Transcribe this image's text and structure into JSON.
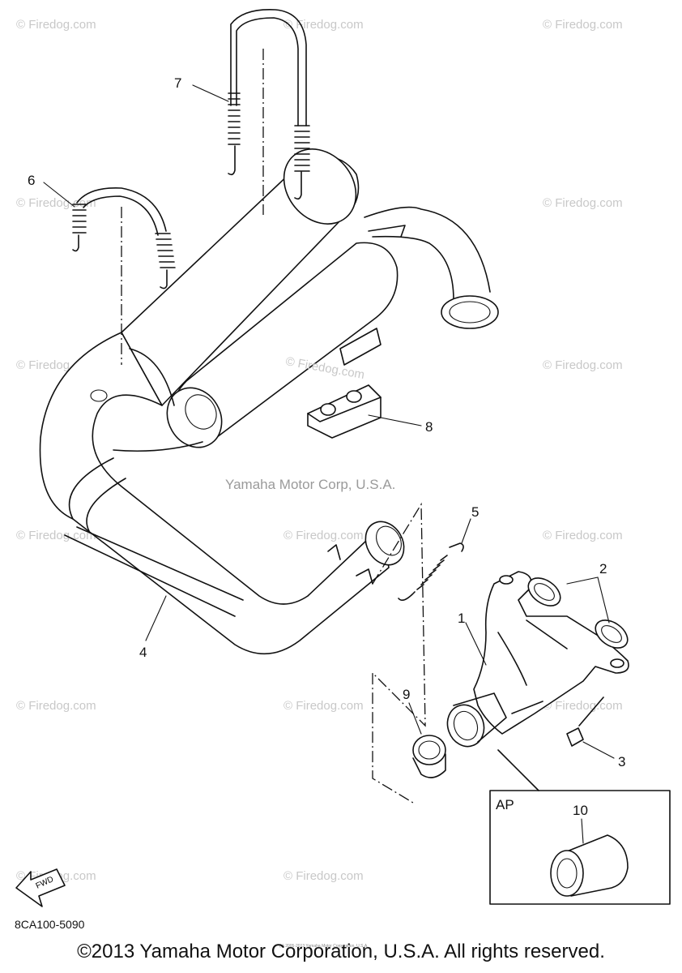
{
  "callouts": {
    "c1": "1",
    "c2": "2",
    "c3": "3",
    "c4": "4",
    "c5": "5",
    "c6": "6",
    "c7": "7",
    "c8": "8",
    "c9": "9",
    "c10": "10"
  },
  "ap_label": "AP",
  "fwd_label": "FWD",
  "part_code": "8CA100-5090",
  "center_watermark": "Yamaha Motor Corp, U.S.A.",
  "diagram_watermark": "© Firedog.com",
  "watermark_text": "© Firedog.com",
  "fine_print": "(c) 2005-2013 Yamaha Motor Corporation, U.S.A.",
  "copyright": "©2013 Yamaha Motor Corporation, U.S.A. All rights reserved.",
  "colors": {
    "line": "#111111",
    "watermark": "#c8c8c8",
    "background": "#ffffff"
  }
}
